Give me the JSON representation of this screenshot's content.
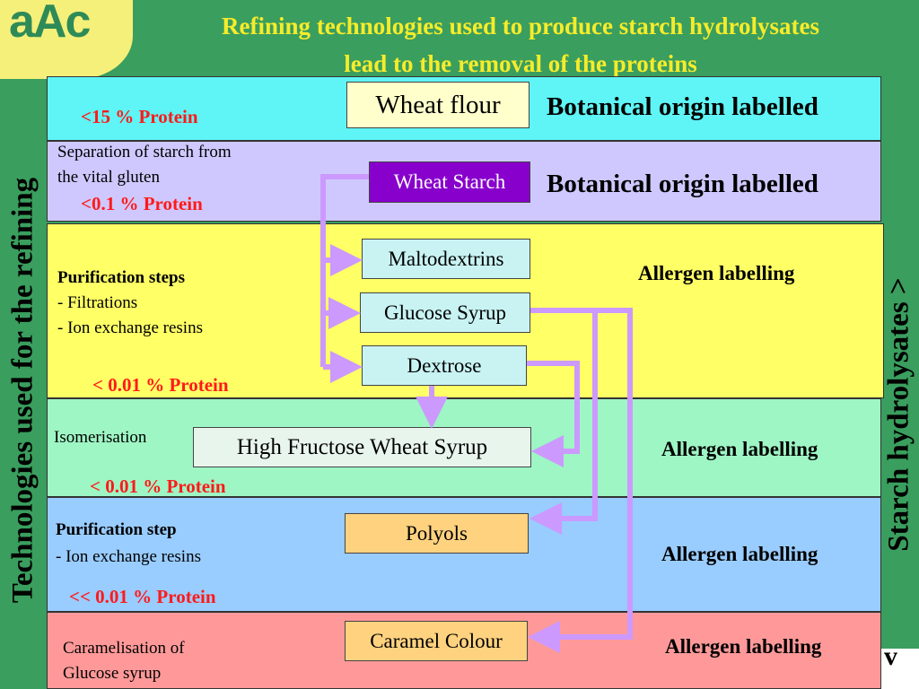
{
  "logo": {
    "text": "aAc"
  },
  "title": {
    "line1": "Refining technologies used to produce starch hydrolysates",
    "line2": "lead to the removal of the proteins"
  },
  "side": {
    "left": "Technologies used for the refining",
    "right": "Starch hydrolysates >",
    "bottom_arrow": "v"
  },
  "bands": {
    "flour": {
      "protein": "<15 % Protein",
      "box": "Wheat flour",
      "label": "Botanical origin labelled"
    },
    "starch": {
      "note1": "Separation of starch from",
      "note2": "the vital gluten",
      "protein": "<0.1 % Protein",
      "box": "Wheat Starch",
      "label": "Botanical origin labelled"
    },
    "purify": {
      "heading": "Purification steps",
      "step1": "- Filtrations",
      "step2": "- Ion exchange resins",
      "protein": "< 0.01 % Protein",
      "boxes": [
        "Maltodextrins",
        "Glucose Syrup",
        "Dextrose"
      ],
      "label": "Allergen labelling"
    },
    "isomer": {
      "note": "Isomerisation",
      "box": "High Fructose Wheat Syrup",
      "protein": "< 0.01 % Protein",
      "label": "Allergen labelling"
    },
    "polyol": {
      "heading": "Purification step",
      "step1": "- Ion exchange resins",
      "protein": "<< 0.01 % Protein",
      "box": "Polyols",
      "label": "Allergen labelling"
    },
    "caramel": {
      "note1": "Caramelisation of",
      "note2": "Glucose syrup",
      "box": "Caramel Colour",
      "label": "Allergen labelling"
    }
  },
  "colors": {
    "arrow": "#cc99ff",
    "title": "#f6ec2a",
    "protein": "#ff1a1a",
    "background": "#3a9e5e"
  }
}
